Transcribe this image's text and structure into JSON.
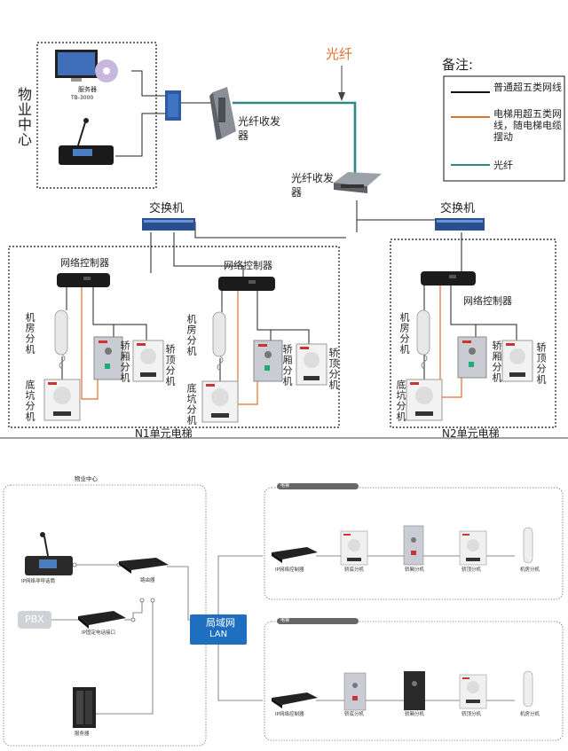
{
  "top": {
    "property_center": "物业中心",
    "server_label": "服务器",
    "server_model": "TB-3000",
    "optical_fiber": "光纤",
    "transceiver_1": "光纤收发器",
    "transceiver_2": "光纤收发器",
    "switch_left": "交换机",
    "switch_right": "交换机",
    "controller_1": "网络控制器",
    "controller_2": "网络控制器",
    "controller_3": "网络控制器",
    "machine_room_ext": "机房分机",
    "cabin_ext": "轿厢分机",
    "roof_ext": "轿顶分机",
    "pit_ext": "底坑分机",
    "n1": "N1单元电梯",
    "n2": "N2单元电梯",
    "legend": {
      "title": "备注:",
      "items": [
        {
          "label": "普通超五类网线",
          "color": "#111111"
        },
        {
          "label": "电梯用超五类网线，随电梯电缆摆动",
          "color": "#e07030"
        },
        {
          "label": "光纤",
          "color": "#2a8a86"
        }
      ]
    }
  },
  "bottom": {
    "property_center": "物业中心",
    "ip_paging": "IP网络寻呼话筒",
    "router": "路由器",
    "pbx": "PBX",
    "ip_phone_iface": "IP固定电话接口",
    "server": "服务器",
    "lan_cn": "局域网",
    "lan_en": "LAN",
    "elevator_tag_1": "电梯",
    "elevator_tag_2": "电梯",
    "ip_ctrl_1": "IP网络控制器",
    "ip_ctrl_2": "IP网络控制器",
    "row1": [
      "轿底分机",
      "轿厢分机",
      "轿顶分机",
      "机房分机"
    ],
    "row2": [
      "轿底分机",
      "轿厢分机",
      "轿顶分机",
      "机房分机"
    ]
  },
  "colors": {
    "fiber": "#2a8a86",
    "elevator_cable": "#e07030",
    "lan_box": "#1f6fc0",
    "switch": "#3a6fb0"
  }
}
